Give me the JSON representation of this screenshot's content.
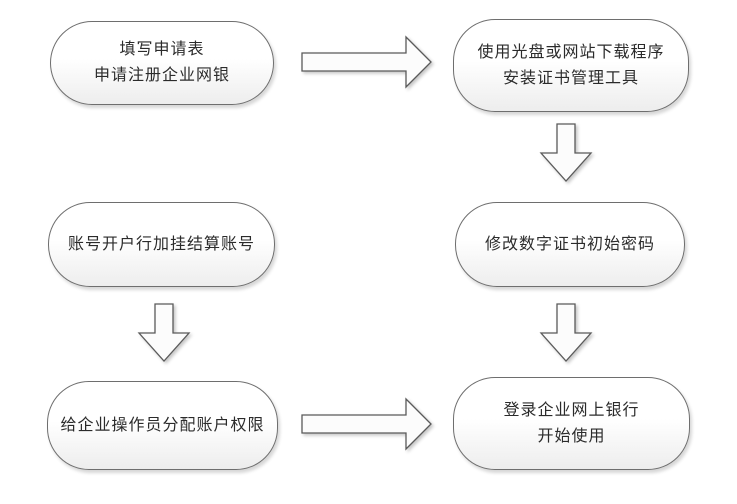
{
  "diagram": {
    "background": "#ffffff",
    "nodes": {
      "fill_form": {
        "line1": "填写申请表",
        "line2": "申请注册企业网银"
      },
      "install_tool": {
        "line1": "使用光盘或网站下载程序",
        "line2": "安装证书管理工具"
      },
      "attach_account": {
        "line1": "账号开户行加挂结算账号"
      },
      "change_password": {
        "line1": "修改数字证书初始密码"
      },
      "assign_permissions": {
        "line1": "给企业操作员分配账户权限"
      },
      "login_use": {
        "line1": "登录企业网上银行",
        "line2": "开始使用"
      }
    },
    "edges": [
      {
        "from": "fill_form",
        "to": "install_tool",
        "direction": "right"
      },
      {
        "from": "install_tool",
        "to": "change_password",
        "direction": "down"
      },
      {
        "from": "attach_account",
        "to": "assign_permissions",
        "direction": "down"
      },
      {
        "from": "change_password",
        "to": "login_use",
        "direction": "down"
      },
      {
        "from": "assign_permissions",
        "to": "login_use",
        "direction": "right"
      }
    ],
    "colors": {
      "node_border": "#6e6e6e",
      "node_fill_top": "#ffffff",
      "node_fill_bottom": "#ededed",
      "arrow_fill": "#fcfcfc",
      "arrow_border": "#5a5a5a",
      "text": "#2b2b2b"
    }
  }
}
